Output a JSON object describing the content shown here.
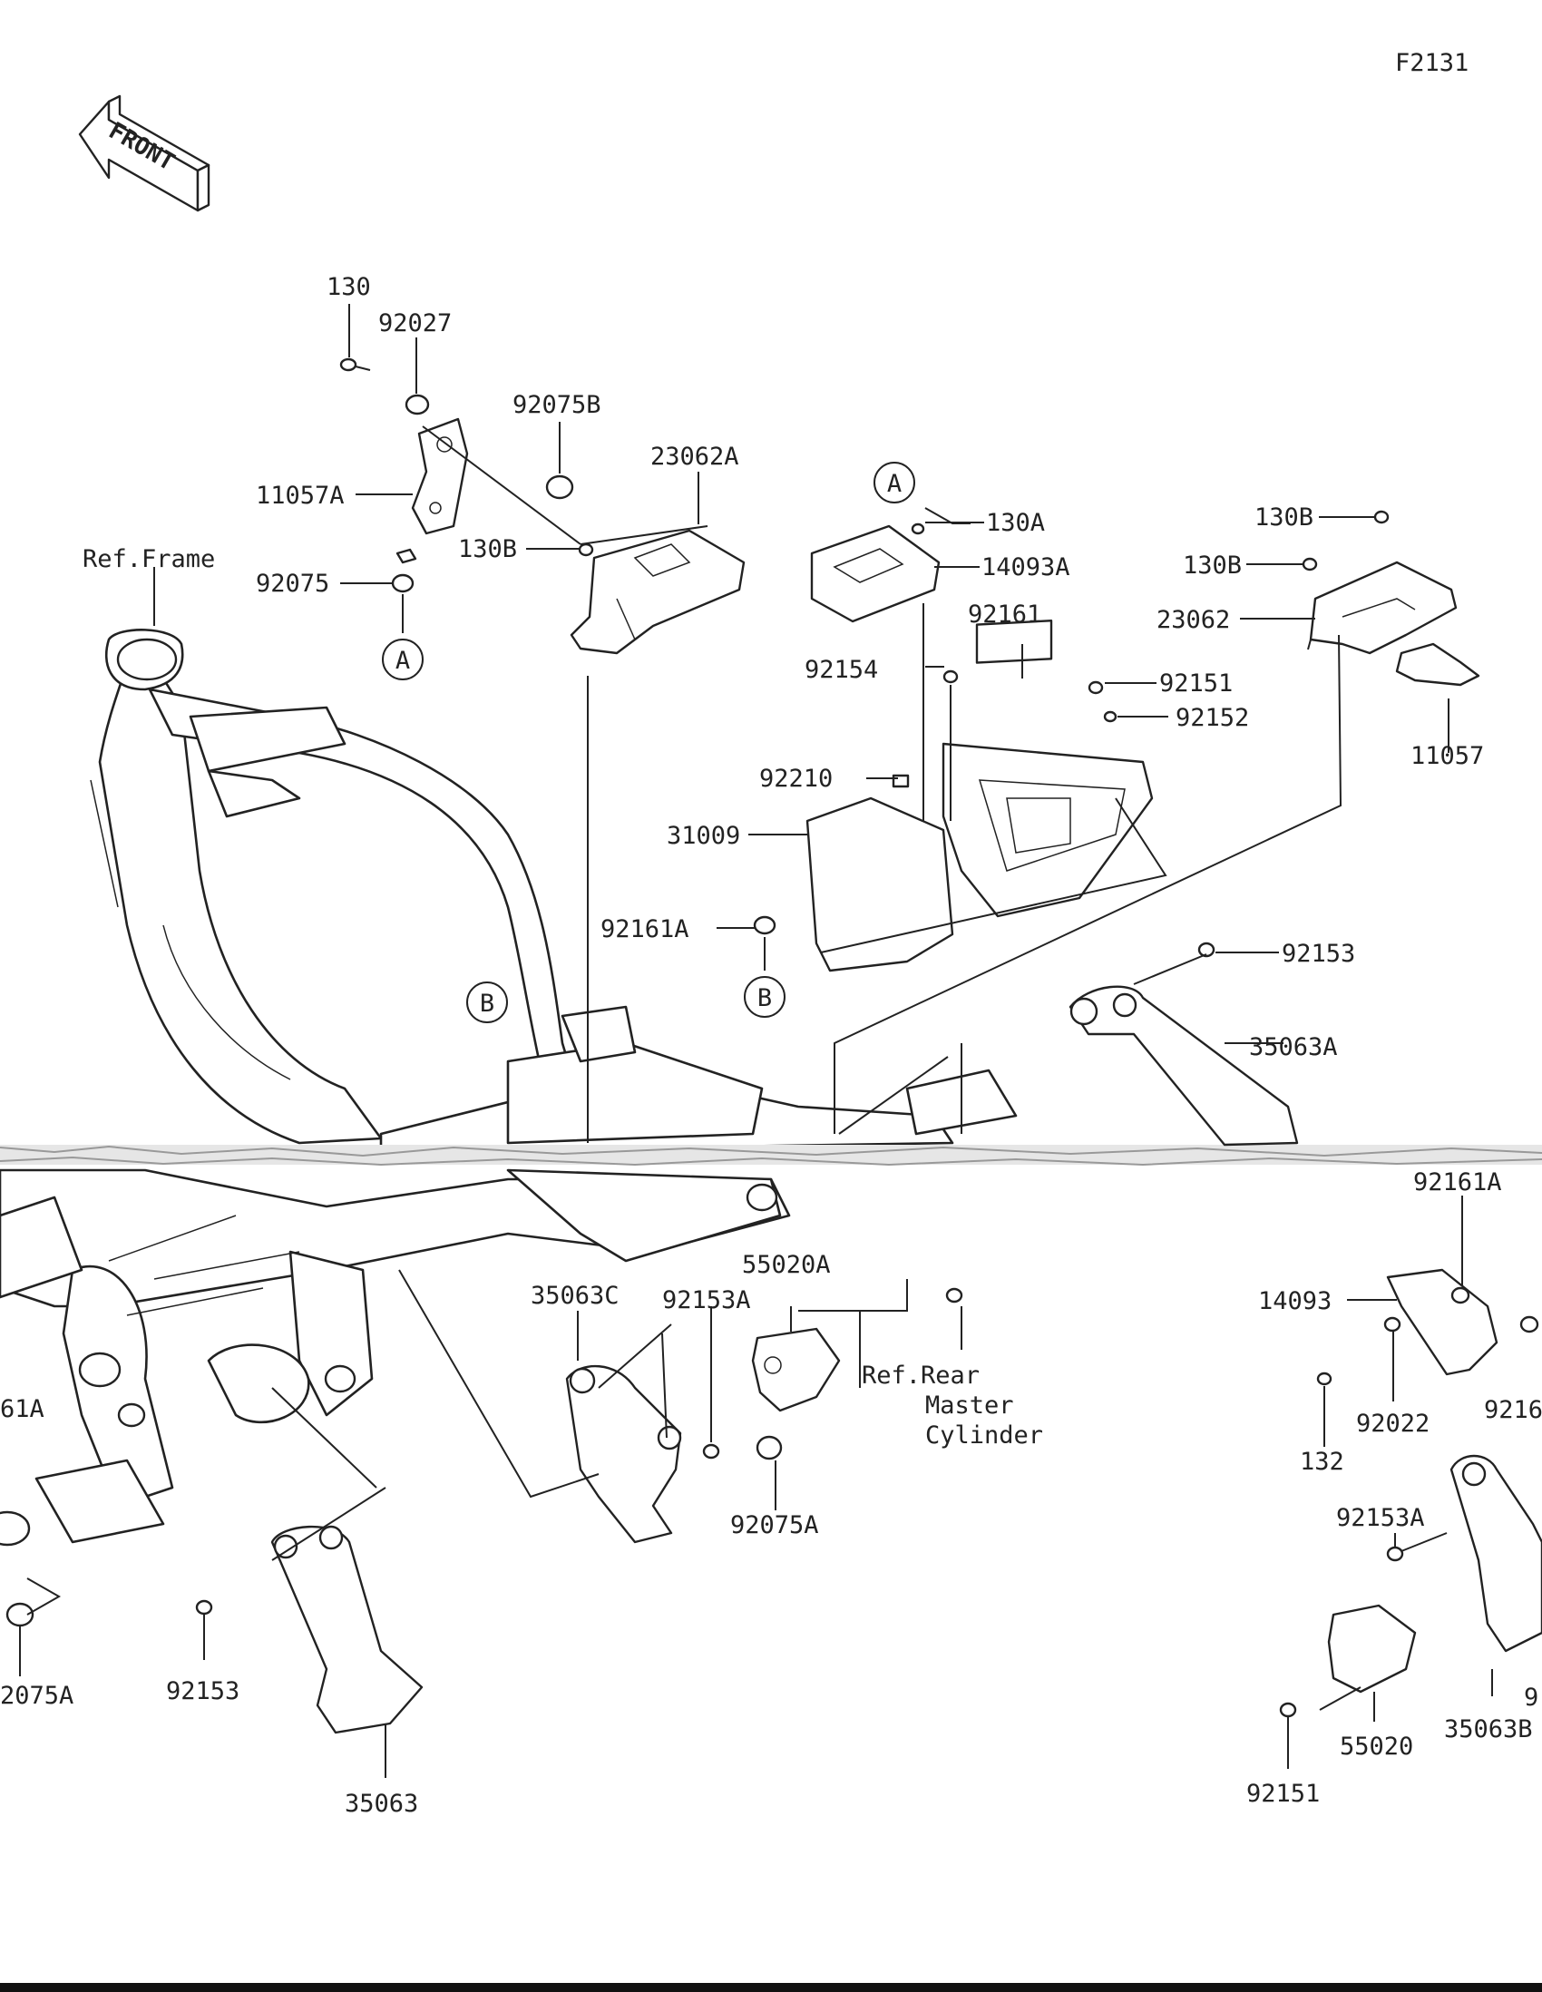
{
  "figure_code": "F2131",
  "front_label": "FRONT",
  "ref_callouts": [
    "A",
    "B"
  ],
  "labels": [
    "130",
    "92027",
    "92075B",
    "23062A",
    "11057A",
    "Ref.Frame",
    "92075",
    "130B",
    "A",
    "130A",
    "14093A",
    "92161",
    "92154",
    "92151",
    "92152",
    "130B",
    "130B",
    "23062",
    "11057",
    "92210",
    "31009",
    "92161A",
    "B",
    "B",
    "92153",
    "35063A",
    "92161A",
    "14093",
    "55020A",
    "35063C",
    "92153A",
    "Ref.Rear",
    "Master",
    "Cylinder",
    "92075A",
    "92022",
    "132",
    "9216",
    "61A",
    "92153A",
    "2075A",
    "92153",
    "35063",
    "55020",
    "35063B",
    "92151",
    "9"
  ]
}
